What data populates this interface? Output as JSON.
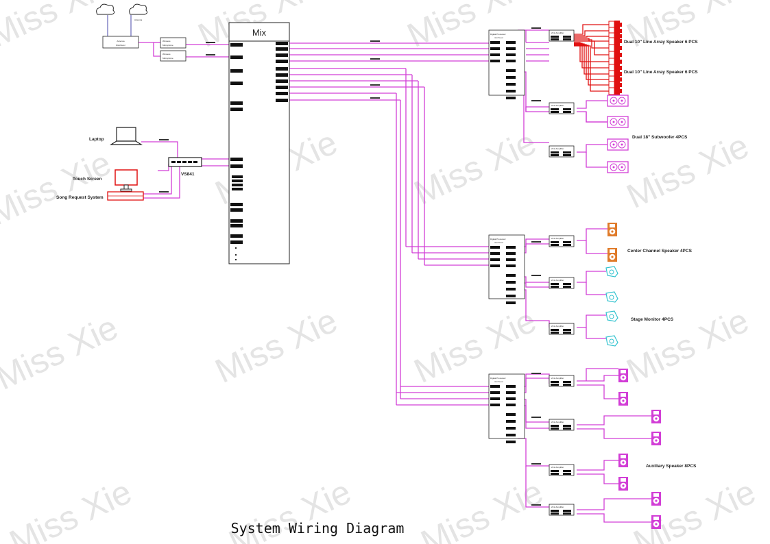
{
  "title": "System Wiring Diagram",
  "watermark": "Miss Xie",
  "colors": {
    "wire": "#d23ed6",
    "line": "#222222",
    "red": "#e01010",
    "orange": "#e07b2a",
    "cyan": "#33c3cf",
    "watermark": "#e4e4e4"
  },
  "mixer": {
    "title": "Mix"
  },
  "inputs": {
    "antenna": "Antenna",
    "distributor": [
      "Antenna",
      "Distributor"
    ],
    "wireless_mic": [
      "Wireless",
      "Microphone"
    ],
    "laptop": "Laptop",
    "touch_screen": "Touch Screen",
    "song_request": "Song Request System",
    "switch": "VS841"
  },
  "equipment": {
    "processor": [
      "Digital Processor",
      "4-in 8-out"
    ],
    "amplifier": "2CH Amplifier"
  },
  "speaker_labels": {
    "line_array_1": "Dual 10\" Line Array Speaker 6 PCS",
    "line_array_2": "Dual 10\" Line Array Speaker 6 PCS",
    "subwoofer": "Dual 18\" Subwoofer 4PCS",
    "center": "Center Channel Speaker 4PCS",
    "monitor": "Stage Monitor  4PCS",
    "auxiliary": "Auxiliary Speaker 8PCS"
  }
}
